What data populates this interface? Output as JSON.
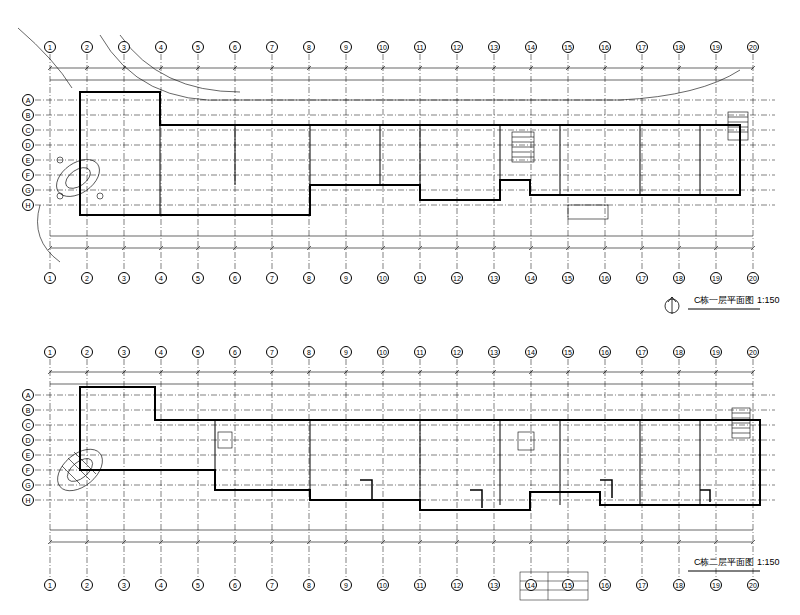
{
  "diagram": {
    "nodes": [
      {
        "text": [
          "1"
        ]
      },
      {
        "text": [
          "2"
        ]
      },
      {
        "text": [
          "3"
        ]
      },
      {
        "text": [
          "4"
        ]
      },
      {
        "text": [
          "5"
        ]
      },
      {
        "text": [
          "6"
        ]
      },
      {
        "text": [
          "7"
        ]
      },
      {
        "text": [
          "8"
        ]
      },
      {
        "text": [
          "9"
        ]
      },
      {
        "text": [
          "10"
        ]
      },
      {
        "text": [
          "11"
        ]
      },
      {
        "text": [
          "12"
        ]
      },
      {
        "text": [
          "13"
        ]
      },
      {
        "text": [
          "14"
        ]
      },
      {
        "text": [
          "15"
        ]
      },
      {
        "text": [
          "16"
        ]
      },
      {
        "text": [
          "17"
        ]
      },
      {
        "text": [
          "18"
        ]
      },
      {
        "text": [
          "19"
        ]
      },
      {
        "text": [
          "20"
        ]
      },
      {
        "text": [
          "A"
        ]
      },
      {
        "text": [
          "B"
        ]
      },
      {
        "text": [
          "C"
        ]
      },
      {
        "text": [
          "D"
        ]
      },
      {
        "text": [
          "E"
        ]
      },
      {
        "text": [
          "F"
        ]
      },
      {
        "text": [
          "G"
        ]
      },
      {
        "text": [
          "H"
        ]
      },
      {
        "text": [
          "1"
        ]
      },
      {
        "text": [
          "2"
        ]
      },
      {
        "text": [
          "3"
        ]
      },
      {
        "text": [
          "4"
        ]
      },
      {
        "text": [
          "5"
        ]
      },
      {
        "text": [
          "6"
        ]
      },
      {
        "text": [
          "7"
        ]
      },
      {
        "text": [
          "8"
        ]
      },
      {
        "text": [
          "9"
        ]
      },
      {
        "text": [
          "10"
        ]
      },
      {
        "text": [
          "11"
        ]
      },
      {
        "text": [
          "12"
        ]
      },
      {
        "text": [
          "13"
        ]
      },
      {
        "text": [
          "14"
        ]
      },
      {
        "text": [
          "15"
        ]
      },
      {
        "text": [
          "16"
        ]
      },
      {
        "text": [
          "17"
        ]
      },
      {
        "text": [
          "18"
        ]
      },
      {
        "text": [
          "19"
        ]
      },
      {
        "text": [
          "20"
        ]
      },
      {
        "text": [
          "1"
        ]
      },
      {
        "text": [
          "2"
        ]
      },
      {
        "text": [
          "3"
        ]
      },
      {
        "text": [
          "4"
        ]
      },
      {
        "text": [
          "5"
        ]
      },
      {
        "text": [
          "6"
        ]
      },
      {
        "text": [
          "7"
        ]
      },
      {
        "text": [
          "8"
        ]
      },
      {
        "text": [
          "9"
        ]
      },
      {
        "text": [
          "10"
        ]
      },
      {
        "text": [
          "11"
        ]
      },
      {
        "text": [
          "12"
        ]
      },
      {
        "text": [
          "13"
        ]
      },
      {
        "text": [
          "14"
        ]
      },
      {
        "text": [
          "15"
        ]
      },
      {
        "text": [
          "16"
        ]
      },
      {
        "text": [
          "17"
        ]
      },
      {
        "text": [
          "18"
        ]
      },
      {
        "text": [
          "19"
        ]
      },
      {
        "text": [
          "20"
        ]
      },
      {
        "text": [
          "A"
        ]
      },
      {
        "text": [
          "B"
        ]
      },
      {
        "text": [
          "C"
        ]
      },
      {
        "text": [
          "D"
        ]
      },
      {
        "text": [
          "E"
        ]
      },
      {
        "text": [
          "F"
        ]
      },
      {
        "text": [
          "G"
        ]
      },
      {
        "text": [
          "H"
        ]
      },
      {
        "text": [
          "1"
        ]
      },
      {
        "text": [
          "2"
        ]
      },
      {
        "text": [
          "3"
        ]
      },
      {
        "text": [
          "4"
        ]
      },
      {
        "text": [
          "5"
        ]
      },
      {
        "text": [
          "6"
        ]
      },
      {
        "text": [
          "7"
        ]
      },
      {
        "text": [
          "8"
        ]
      },
      {
        "text": [
          "9"
        ]
      },
      {
        "text": [
          "10"
        ]
      },
      {
        "text": [
          "11"
        ]
      },
      {
        "text": [
          "12"
        ]
      },
      {
        "text": [
          "13"
        ]
      },
      {
        "text": [
          "14"
        ]
      },
      {
        "text": [
          "15"
        ]
      },
      {
        "text": [
          "16"
        ]
      },
      {
        "text": [
          "17"
        ]
      },
      {
        "text": [
          "18"
        ]
      },
      {
        "text": [
          "19"
        ]
      },
      {
        "text": [
          "20"
        ]
      }
    ],
    "labels": [
      "C栋一层平面图 1:150",
      "C栋二层平面图 1:150"
    ]
  }
}
